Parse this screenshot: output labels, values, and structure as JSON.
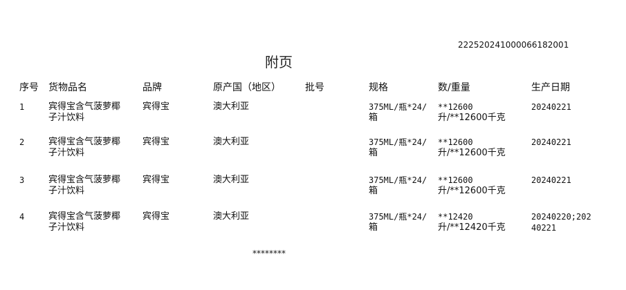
{
  "doc_number": "22252024100006618 2001",
  "title": "附页",
  "headers": [
    "序号",
    "货物品名",
    "品牌",
    "原产国（地区）",
    "批号",
    "规格",
    "数/重量",
    "生产日期"
  ],
  "rows": [
    {
      "seq": "1",
      "name1": "宾得宝含气菠萝椰",
      "name2": "子汁饮料",
      "brand": "宾得宝",
      "origin": "澳大利亚",
      "batch": "",
      "spec1": "375ML/瓶*24/",
      "spec2": "箱",
      "qty1": "**12600",
      "qty2": "升/**12600千克",
      "date1": "20240221",
      "date2": ""
    },
    {
      "seq": "2",
      "name1": "宾得宝含气菠萝椰",
      "name2": "子汁饮料",
      "brand": "宾得宝",
      "origin": "澳大利亚",
      "batch": "",
      "spec1": "375ML/瓶*24/",
      "spec2": "箱",
      "qty1": "**12600",
      "qty2": "升/**12600千克",
      "date1": "20240221",
      "date2": ""
    },
    {
      "seq": "3",
      "name1": "宾得宝含气菠萝椰",
      "name2": "子汁饮料",
      "brand": "宾得宝",
      "origin": "澳大利亚",
      "batch": "",
      "spec1": "375ML/瓶*24/",
      "spec2": "箱",
      "qty1": "**12600",
      "qty2": "升/**12600千克",
      "date1": "20240221",
      "date2": ""
    },
    {
      "seq": "4",
      "name1": "宾得宝含气菠萝椰",
      "name2": "子汁饮料",
      "brand": "宾得宝",
      "origin": "澳大利亚",
      "batch": "",
      "spec1": "375ML/瓶*24/",
      "spec2": "箱",
      "qty1": "**12420",
      "qty2": "升/**12420千克",
      "date1": "20240220;202",
      "date2": "40221"
    }
  ],
  "footer": "********"
}
